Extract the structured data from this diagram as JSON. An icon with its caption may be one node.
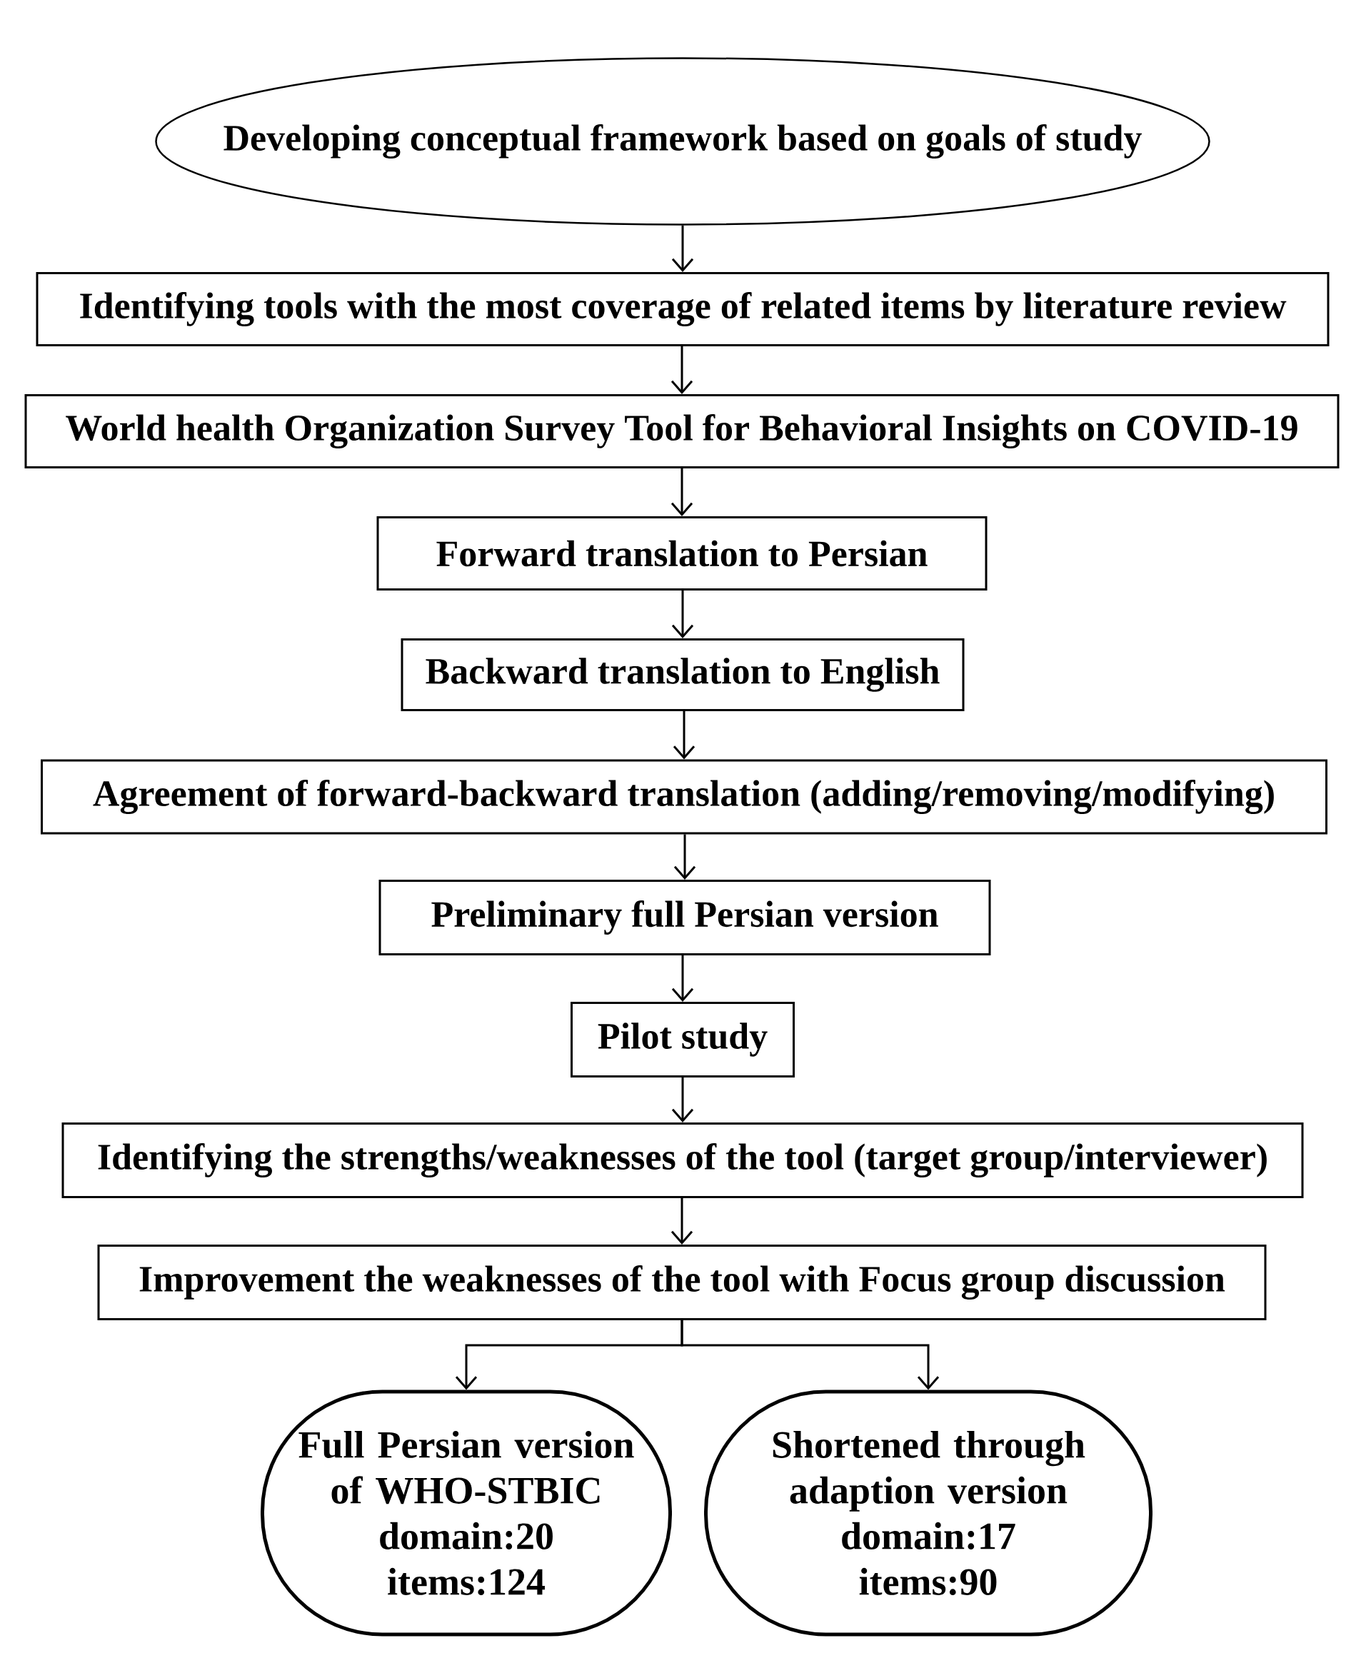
{
  "diagram": {
    "nodes": [
      {
        "text": [
          "Developing conceptual framework based on goals of study"
        ]
      },
      {
        "text": [
          "Identifying tools with the most coverage of related items by literature review"
        ]
      },
      {
        "text": [
          "World health Organization Survey Tool for Behavioral Insights on COVID-19"
        ]
      },
      {
        "text": [
          "Forward translation to Persian"
        ]
      },
      {
        "text": [
          "Backward translation to English"
        ]
      },
      {
        "text": [
          "Agreement of forward-backward translation (adding/removing/modifying)"
        ]
      },
      {
        "text": [
          "Preliminary full Persian version"
        ]
      },
      {
        "text": [
          "Pilot study"
        ]
      },
      {
        "text": [
          "Identifying the strengths/weaknesses of the tool (target group/interviewer)"
        ]
      },
      {
        "text": [
          "Improvement the weaknesses of the tool with Focus group discussion"
        ]
      },
      {
        "text": [
          "Full Persian version of WHO-STBIC",
          "domain:20",
          "items:124"
        ]
      },
      {
        "text": [
          "Shortened through adaption version",
          "domain:17",
          "items:90"
        ]
      }
    ],
    "edges": [
      {
        "from": 0,
        "to": 1,
        "arrow": "to"
      },
      {
        "from": 1,
        "to": 2,
        "arrow": "to"
      },
      {
        "from": 2,
        "to": 3,
        "arrow": "to"
      },
      {
        "from": 3,
        "to": 4,
        "arrow": "to"
      },
      {
        "from": 4,
        "to": 5,
        "arrow": "to"
      },
      {
        "from": 5,
        "to": 6,
        "arrow": "to"
      },
      {
        "from": 6,
        "to": 7,
        "arrow": "to"
      },
      {
        "from": 7,
        "to": 8,
        "arrow": "to"
      },
      {
        "from": 8,
        "to": 9,
        "arrow": "to"
      },
      {
        "from": 9,
        "to": 10,
        "arrow": "to"
      },
      {
        "from": 9,
        "to": 11,
        "arrow": "to"
      }
    ]
  }
}
